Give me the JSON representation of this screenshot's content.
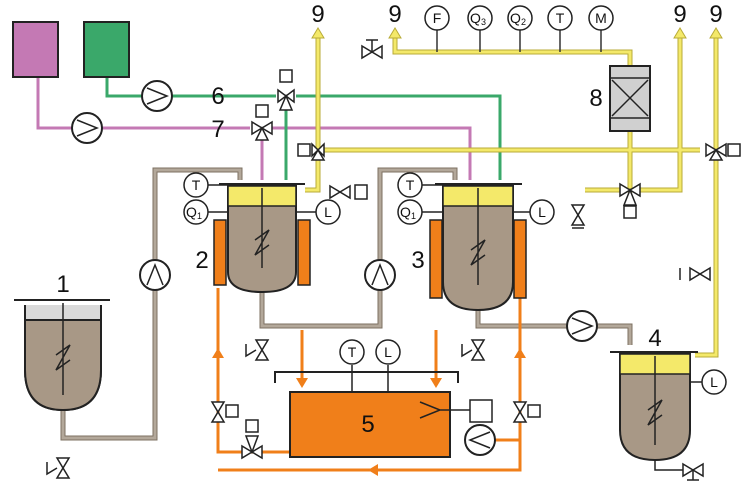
{
  "labels": {
    "n1": "1",
    "n2": "2",
    "n3": "3",
    "n4": "4",
    "n5": "5",
    "n6": "6",
    "n7": "7",
    "n8": "8",
    "n9a": "9",
    "n9b": "9",
    "n9c": "9",
    "n9d": "9"
  },
  "instruments": {
    "F": "F",
    "Q3": "Q",
    "Q3sub": "3",
    "Q2": "Q",
    "Q2sub": "2",
    "T": "T",
    "M": "M",
    "t2T": "T",
    "t2Q": "Q",
    "t2Qsub": "1",
    "t2L": "L",
    "t3T": "T",
    "t3Q": "Q",
    "t3Qsub": "1",
    "t3L": "L",
    "t5T": "T",
    "t5L": "L",
    "t4L": "L"
  },
  "colors": {
    "gas": "#e8dc6a",
    "liquid": "#a39686",
    "liquid_body": "#a89886",
    "heating": "#f07f1a",
    "purple": "#c479b4",
    "green": "#3aa86a",
    "yellow_head": "#f4e96a",
    "grey_head": "#d9d9d9",
    "filter": "#d0d0d0"
  }
}
